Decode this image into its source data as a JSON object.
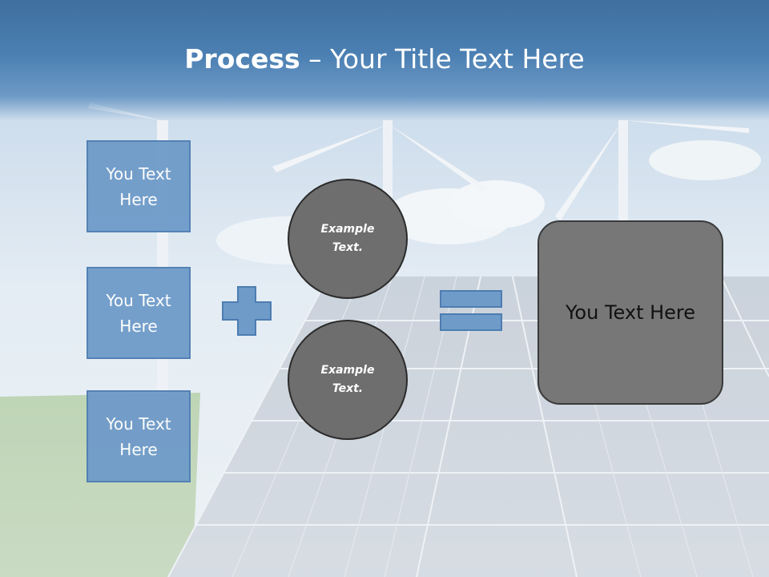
{
  "slide": {
    "title_bold": "Process",
    "title_separator": " – ",
    "title_rest": "Your Title Text Here",
    "boxes": [
      {
        "label": "You Text\nHere"
      },
      {
        "label": "You Text\nHere"
      },
      {
        "label": "You Text\nHere"
      }
    ],
    "circles": [
      {
        "label": "Example\nText."
      },
      {
        "label": "Example\nText."
      }
    ],
    "result_label": "You Text Here",
    "operators": {
      "plus": "plus-sign",
      "equals": "equals-sign"
    }
  },
  "colors": {
    "title_bar": "#4b7fb2",
    "box_fill": "#6f9bc9",
    "box_border": "#4d7db1",
    "circle_fill": "#6e6e6e",
    "result_fill": "#777777"
  }
}
